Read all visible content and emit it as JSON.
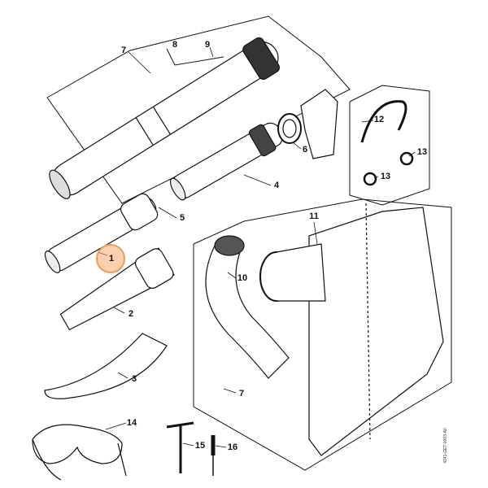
{
  "diagram": {
    "title": "Parts diagram",
    "highlight_color": "#ee9a55",
    "labels": [
      {
        "id": "7a",
        "text": "7"
      },
      {
        "id": "8",
        "text": "8"
      },
      {
        "id": "9",
        "text": "9"
      },
      {
        "id": "12",
        "text": "12"
      },
      {
        "id": "13a",
        "text": "13"
      },
      {
        "id": "13b",
        "text": "13"
      },
      {
        "id": "6",
        "text": "6"
      },
      {
        "id": "4",
        "text": "4"
      },
      {
        "id": "5",
        "text": "5"
      },
      {
        "id": "11",
        "text": "11"
      },
      {
        "id": "1",
        "text": "1"
      },
      {
        "id": "10",
        "text": "10"
      },
      {
        "id": "2",
        "text": "2"
      },
      {
        "id": "3",
        "text": "3"
      },
      {
        "id": "7b",
        "text": "7"
      },
      {
        "id": "14",
        "text": "14"
      },
      {
        "id": "15",
        "text": "15"
      },
      {
        "id": "16",
        "text": "16"
      }
    ],
    "drawing_code": "4241-GET-0003-A0"
  }
}
